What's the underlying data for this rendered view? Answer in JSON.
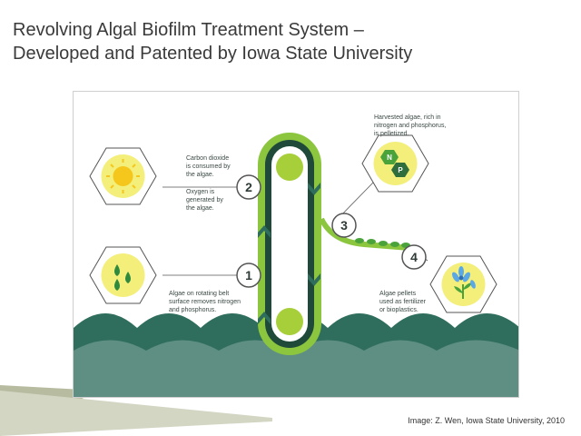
{
  "slide": {
    "title_line1": "Revolving Algal Biofilm Treatment System –",
    "title_line2": "Developed and Patented by Iowa State University",
    "credit": "Image: Z. Wen, Iowa State University, 2010"
  },
  "diagram": {
    "steps": [
      {
        "number": "1",
        "text_lines": [
          "Algae on rotating belt",
          "surface removes nitrogen",
          "and phosphorus."
        ],
        "icon": "water-drops-icon"
      },
      {
        "number": "2",
        "text_lines": [
          "Carbon dioxide",
          "is consumed by",
          "the algae.",
          "",
          "Oxygen is",
          "generated by",
          "the algae."
        ],
        "icon": "sun-icon"
      },
      {
        "number": "3",
        "text_lines": [
          "Harvested algae, rich in",
          "nitrogen and phosphorus,",
          "is pelletized."
        ],
        "icon": "np-pellet-icon",
        "badges": [
          "N",
          "P"
        ]
      },
      {
        "number": "4",
        "text_lines": [
          "Algae pellets",
          "used as fertilizer",
          "or bioplastics."
        ],
        "icon": "flower-icon"
      }
    ]
  },
  "colors": {
    "belt_green": "#8cc63f",
    "belt_dark": "#1f4a3a",
    "yellow": "#f3ef7a",
    "water_dark": "#2f6e5c",
    "water_light": "#5e8f82",
    "text": "#3b4a44"
  }
}
